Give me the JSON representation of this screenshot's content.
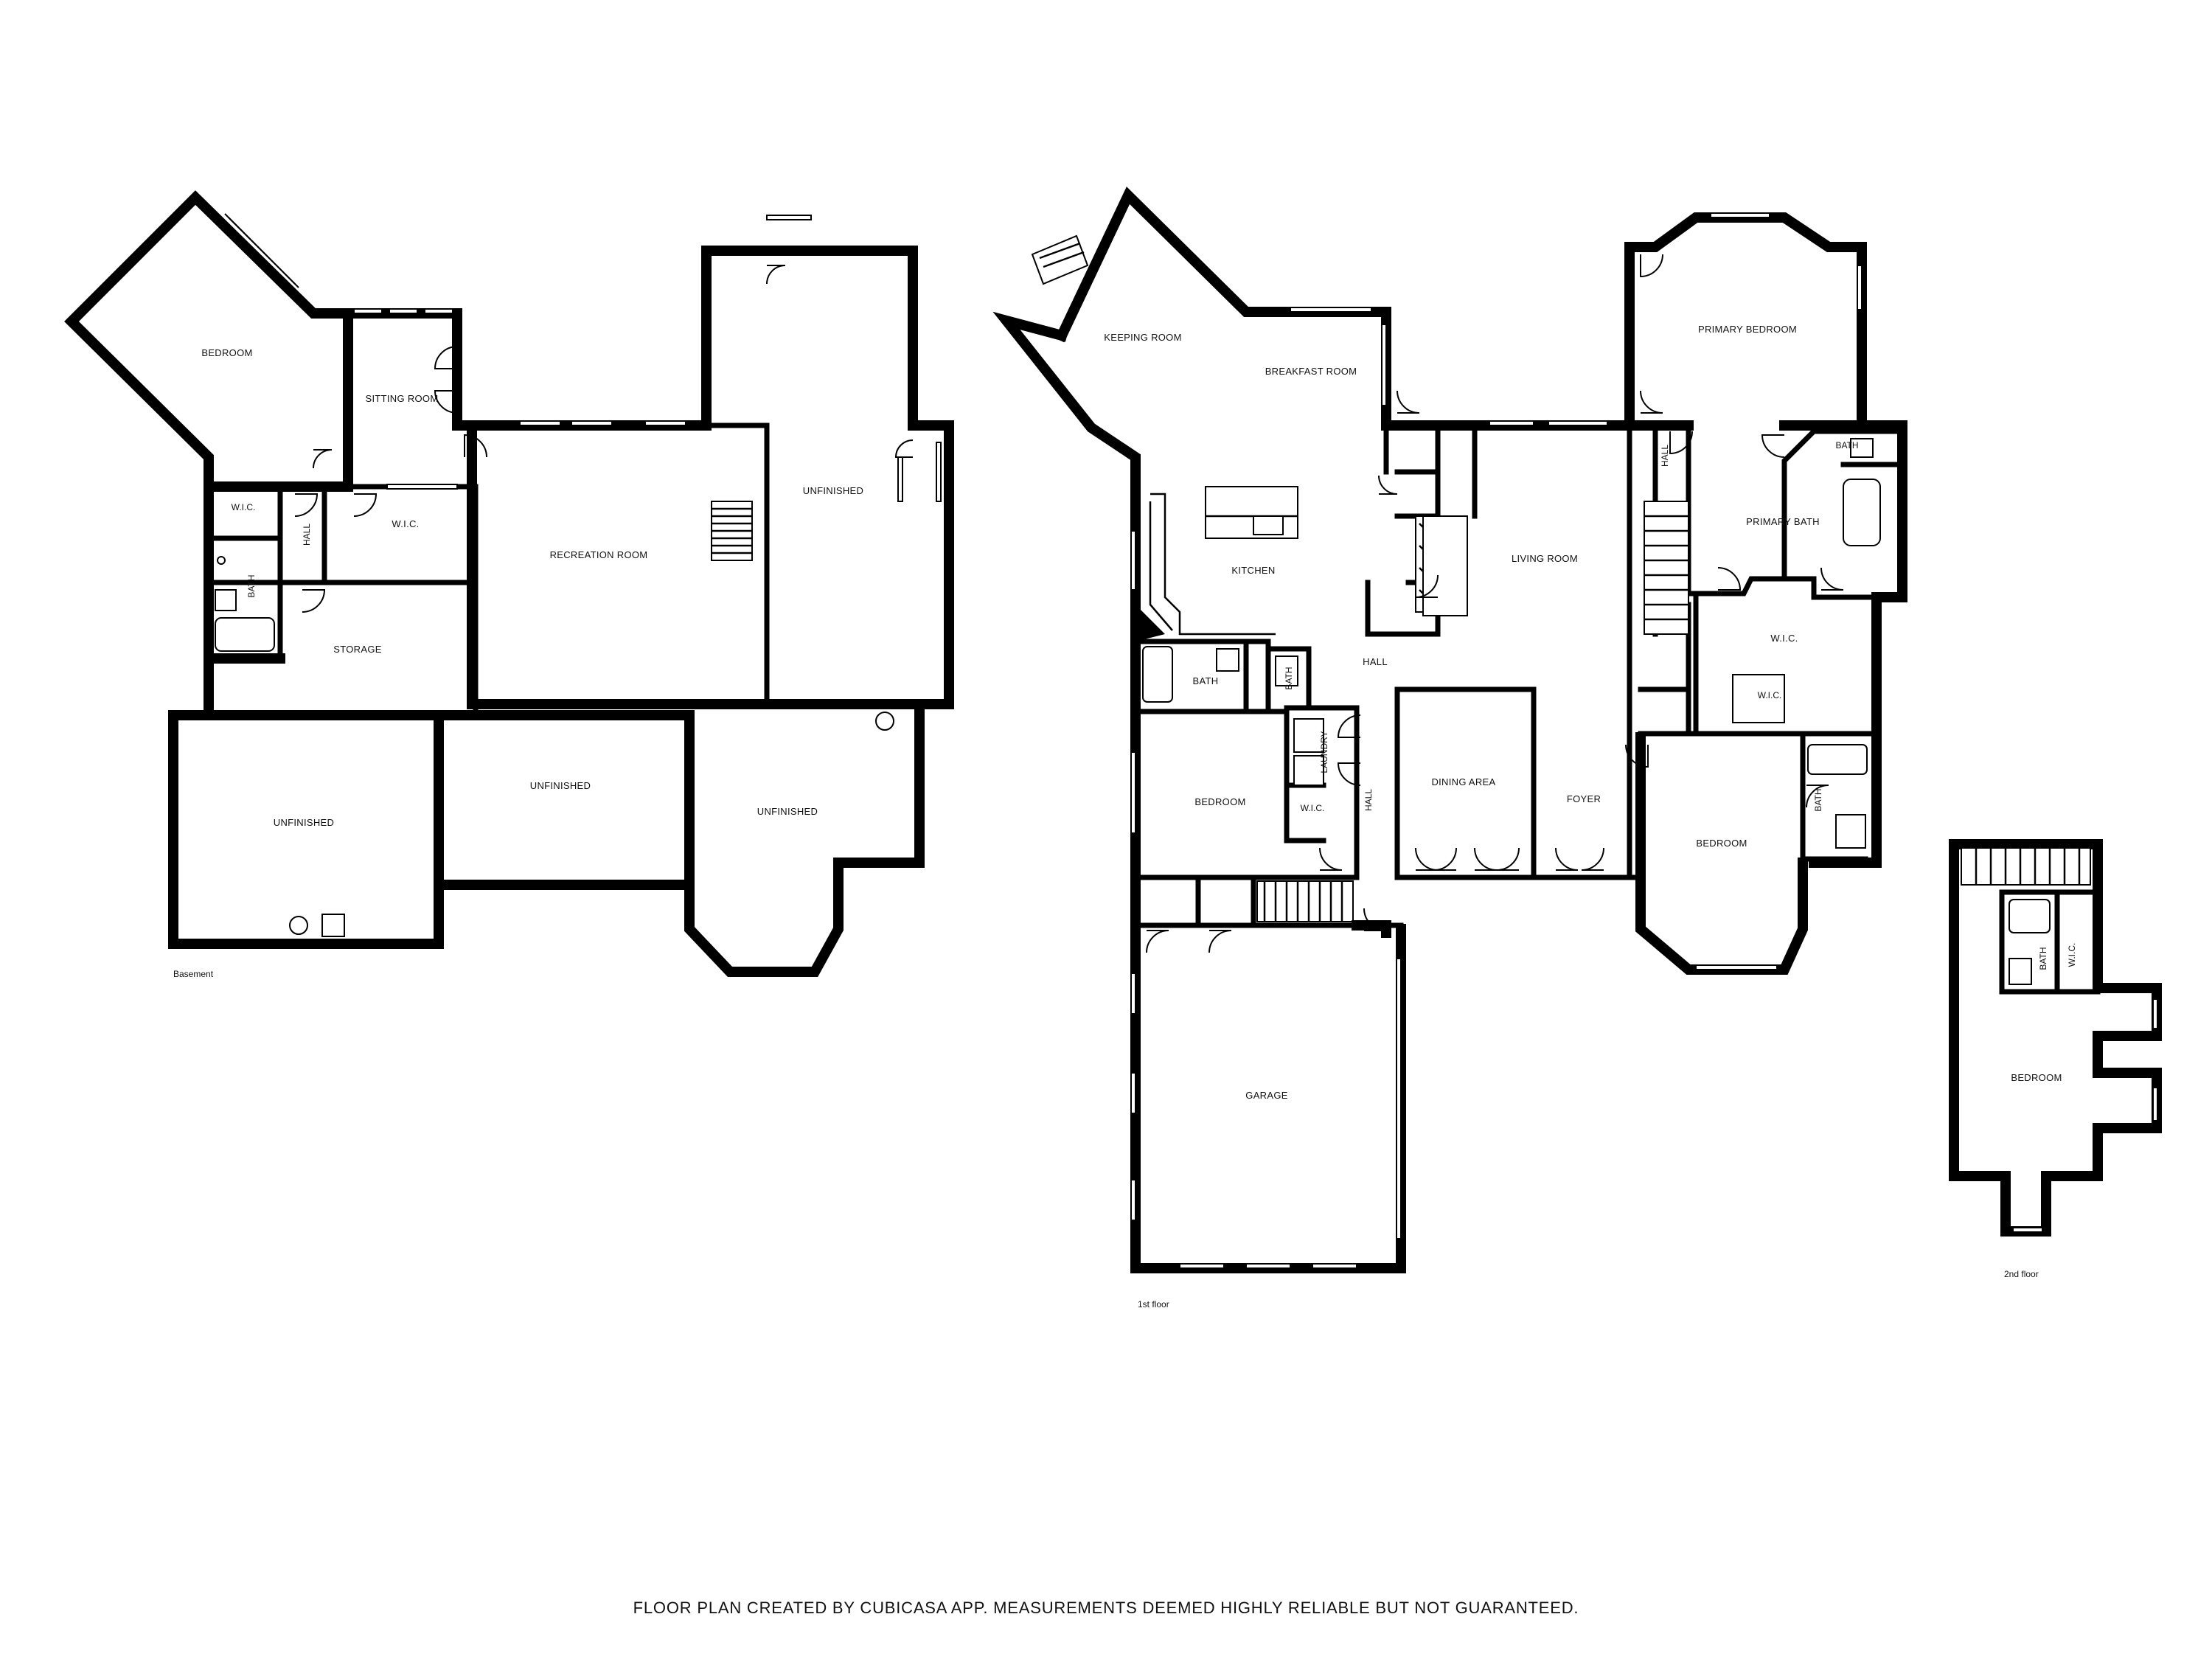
{
  "basement": {
    "title": "Basement",
    "rooms": {
      "bedroom": "BEDROOM",
      "sitting_room": "SITTING ROOM",
      "wic_small": "W.I.C.",
      "hall": "HALL",
      "wic": "W.I.C.",
      "bath": "BATH",
      "storage": "STORAGE",
      "recreation_room": "RECREATION ROOM",
      "unfinished_ne": "UNFINISHED",
      "unfinished_sw": "UNFINISHED",
      "unfinished_s": "UNFINISHED",
      "unfinished_se": "UNFINISHED"
    }
  },
  "first_floor": {
    "title": "1st floor",
    "rooms": {
      "keeping_room": "KEEPING ROOM",
      "breakfast_room": "BREAKFAST ROOM",
      "kitchen": "KITCHEN",
      "bath": "BATH",
      "bath_small": "BATH",
      "hall": "HALL",
      "laundry": "LAUNDRY",
      "wic": "W.I.C.",
      "hall_vertical": "HALL",
      "bedroom": "BEDROOM",
      "dining_area": "DINING AREA",
      "foyer": "FOYER",
      "living_room": "LIVING ROOM",
      "garage": "GARAGE",
      "primary_bedroom": "PRIMARY BEDROOM",
      "hall_small": "HALL",
      "primary_bath": "PRIMARY BATH",
      "bath_primary_wc": "BATH",
      "wic_large": "W.I.C.",
      "wic_inner": "W.I.C.",
      "bedroom_east": "BEDROOM",
      "bath_east": "BATH"
    }
  },
  "second_floor": {
    "title": "2nd floor",
    "rooms": {
      "bath": "BATH",
      "wic": "W.I.C.",
      "bedroom": "BEDROOM"
    }
  },
  "footer": "FLOOR PLAN CREATED BY CUBICASA APP. MEASUREMENTS DEEMED HIGHLY RELIABLE BUT NOT GUARANTEED."
}
